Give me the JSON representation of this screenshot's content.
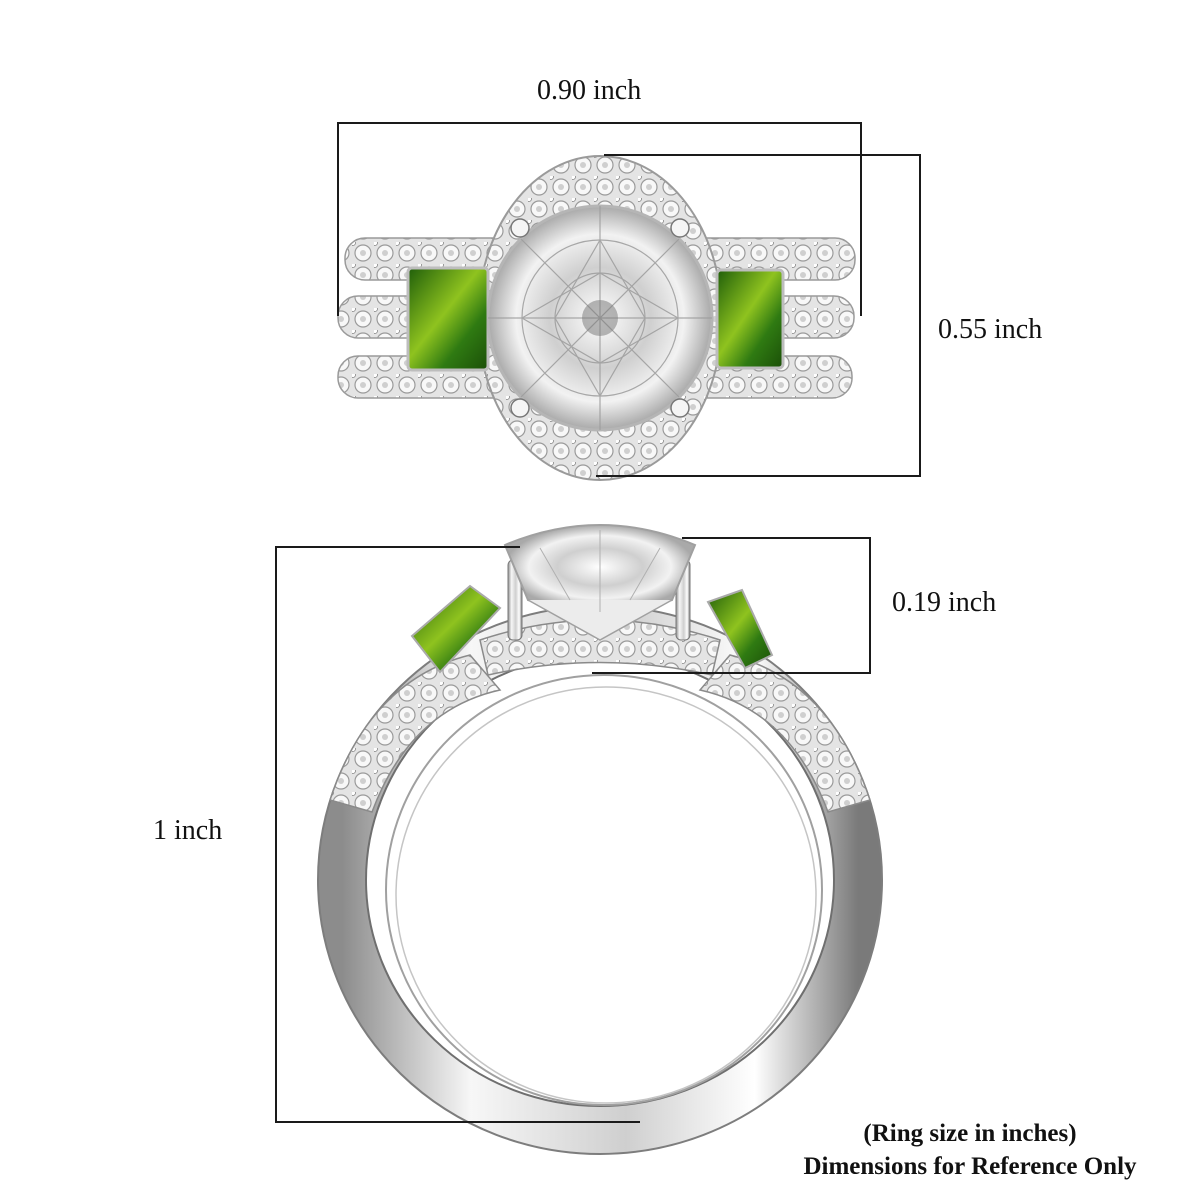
{
  "top_view": {
    "width_label": "0.90 inch",
    "height_label": "0.55 inch"
  },
  "side_view": {
    "setting_height_label": "0.19 inch",
    "total_height_label": "1 inch"
  },
  "footnote": {
    "line1": "(Ring size in inches)",
    "line2": "Dimensions for Reference Only"
  },
  "colors": {
    "background": "#ffffff",
    "line": "#1a1a1a",
    "metal": "#d9d9d9",
    "metal_dark": "#8c8c8c",
    "center_stone": "#e6e6e6",
    "green_stone": "#2f7a12",
    "green_stone_highlight": "#8fc31f"
  }
}
